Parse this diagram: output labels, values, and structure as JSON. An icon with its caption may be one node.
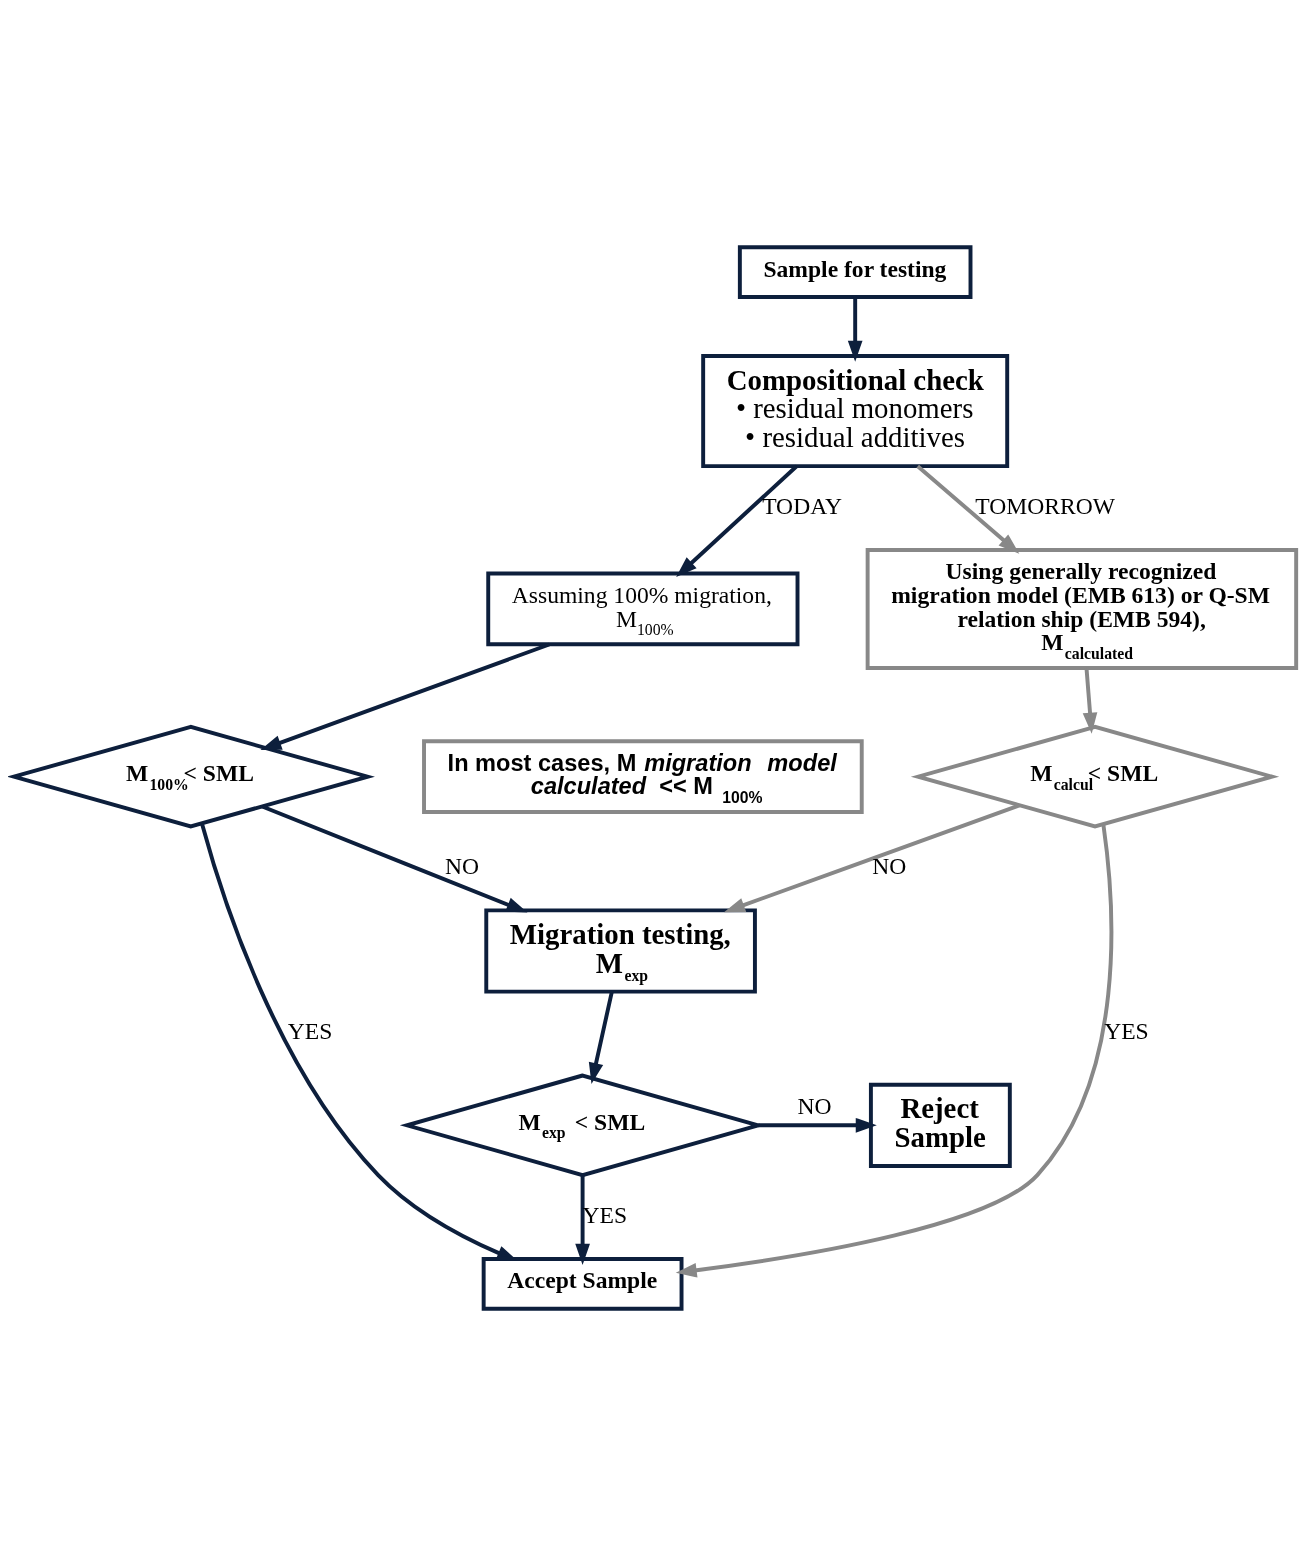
{
  "diagram": {
    "nodes": [
      {
        "text": [
          "Sample for testing"
        ]
      },
      {
        "text": [
          "Compositional check",
          "• residual monomers",
          "• residual additives"
        ]
      },
      {
        "text": [
          "Assuming 100% migration, M$_{100%}$"
        ]
      },
      {
        "text": [
          "Using generally recognized migration model (EMB 613) or Q-SM relation ship (EMB 594), M$_{calculated}$"
        ]
      },
      {
        "text": [
          "In most cases, M *migration model calculated* << M $_{100%}$"
        ]
      },
      {
        "text": [
          "M$_{100%}$< SML"
        ]
      },
      {
        "text": [
          "M$_{calcul}$< SML"
        ]
      },
      {
        "text": [
          "Migration testing, M$_{exp}$"
        ]
      },
      {
        "text": [
          "M$_{exp}$ < SML"
        ]
      },
      {
        "text": [
          "Reject Sample"
        ]
      },
      {
        "text": [
          "Accept Sample"
        ]
      }
    ],
    "edges": [
      {
        "from": 0,
        "to": 1,
        "arrow": "to"
      },
      {
        "from": 1,
        "to": 2,
        "arrow": "to",
        "label": "TODAY"
      },
      {
        "from": 1,
        "to": 3,
        "arrow": "to",
        "label": "TOMORROW",
        "color": "#888888"
      },
      {
        "from": 2,
        "to": 5,
        "arrow": "to"
      },
      {
        "from": 3,
        "to": 6,
        "arrow": "to",
        "color": "#888888"
      },
      {
        "from": 5,
        "to": 7,
        "arrow": "to",
        "label": "NO"
      },
      {
        "from": 6,
        "to": 7,
        "arrow": "to",
        "label": "NO",
        "color": "#888888"
      },
      {
        "from": 5,
        "to": 10,
        "arrow": "to",
        "label": "YES"
      },
      {
        "from": 7,
        "to": 8,
        "arrow": "to"
      },
      {
        "from": 8,
        "to": 9,
        "arrow": "to",
        "label": "NO"
      },
      {
        "from": 8,
        "to": 10,
        "arrow": "to",
        "label": "YES"
      },
      {
        "from": 6,
        "to": 10,
        "arrow": "to",
        "label": "YES",
        "color": "#888888"
      }
    ]
  }
}
